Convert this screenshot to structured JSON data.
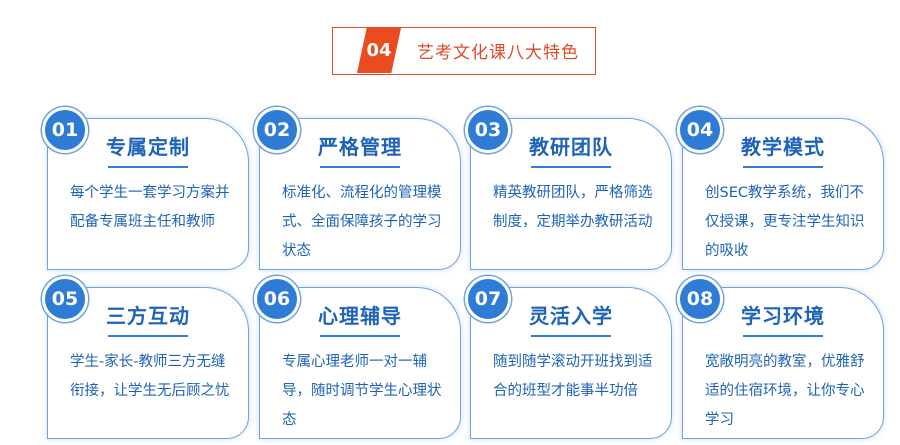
{
  "header": {
    "number": "04",
    "title": "艺考文化课八大特色"
  },
  "cards": [
    {
      "num": "01",
      "title": "专属定制",
      "desc": "每个学生一套学习方案并配备专属班主任和教师"
    },
    {
      "num": "02",
      "title": "严格管理",
      "desc": "标准化、流程化的管理模式、全面保障孩子的学习状态"
    },
    {
      "num": "03",
      "title": "教研团队",
      "desc": "精英教研团队，严格筛选制度，定期举办教研活动"
    },
    {
      "num": "04",
      "title": "教学模式",
      "desc": "创SEC教学系统，我们不仅授课，更专注学生知识的吸收"
    },
    {
      "num": "05",
      "title": "三方互动",
      "desc": "学生-家长-教师三方无缝衔接，让学生无后顾之忧"
    },
    {
      "num": "06",
      "title": "心理辅导",
      "desc": "专属心理老师一对一辅导，随时调节学生心理状态"
    },
    {
      "num": "07",
      "title": "灵活入学",
      "desc": "随到随学滚动开班找到适合的班型才能事半功倍"
    },
    {
      "num": "08",
      "title": "学习环境",
      "desc": "宽敞明亮的教室，优雅舒适的住宿环境，让你专心学习"
    }
  ]
}
